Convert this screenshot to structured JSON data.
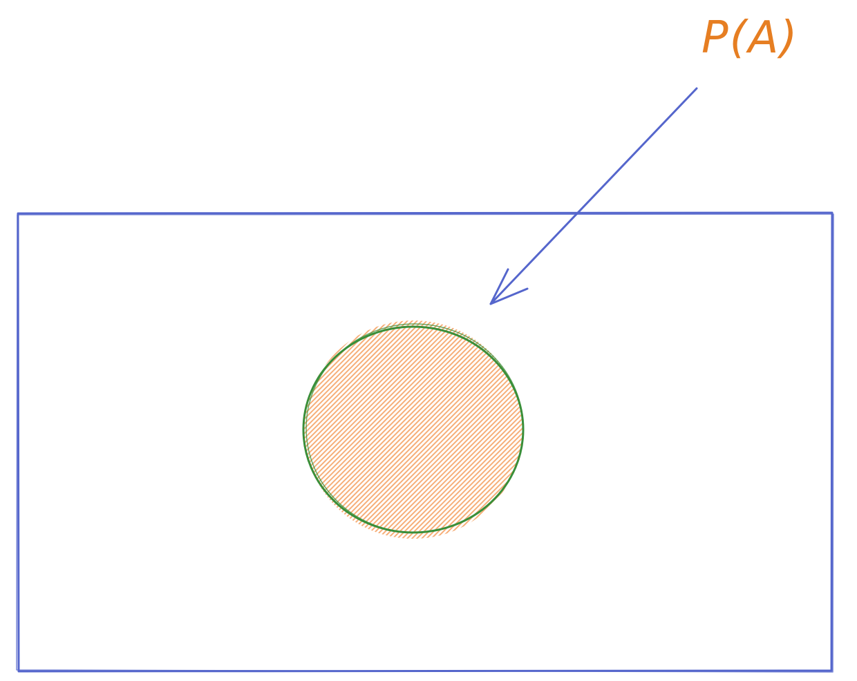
{
  "annotation": {
    "label": "P(A)"
  },
  "colors": {
    "sample_space_stroke": "#5566cc",
    "arrow_stroke": "#5566cc",
    "event_stroke": "#3a8f3a",
    "event_hatch": "#f5a060",
    "label": "#e67e22",
    "background": "#ffffff"
  },
  "shapes": {
    "sample_space": "rectangle",
    "event": "circle",
    "event_fill": "hatched"
  }
}
